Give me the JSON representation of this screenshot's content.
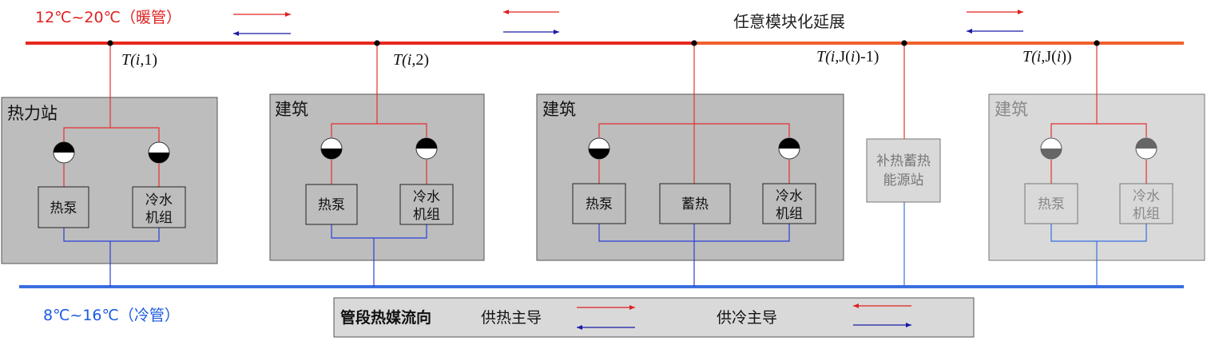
{
  "colors": {
    "hot_pipe": "#e8281e",
    "hot_pipe_right": "#f06030",
    "cold_pipe": "#3a6fe0",
    "hot_branch": "#e53030",
    "cold_branch": "#2b3fd8",
    "box_dark": "#bdbdbd",
    "box_light": "#d9d9d9",
    "arrow_red": "#e02020",
    "arrow_blue": "#1a1aa8"
  },
  "hot_pipe_label": "12℃~20℃（暖管）",
  "cold_pipe_label": "8℃~16℃（冷管）",
  "expansion_label": "任意模块化延展",
  "nodes": [
    {
      "prefix": "T(",
      "italic": "i",
      "suffix": ",1)"
    },
    {
      "prefix": "T(",
      "italic": "i",
      "suffix": ",2)"
    },
    {
      "prefix": "T(",
      "italic": "i",
      "suffix": ",J(",
      "italic2": "i",
      "suffix2": ")-1)"
    },
    {
      "prefix": "T(",
      "italic": "i",
      "suffix": ",J(",
      "italic2": "i",
      "suffix2": "))"
    }
  ],
  "stations": [
    {
      "title": "热力站",
      "left_unit": "热泵",
      "right_unit_1": "冷水",
      "right_unit_2": "机组",
      "left_pump": "up",
      "right_pump": "down"
    },
    {
      "title": "建筑",
      "left_unit": "热泵",
      "right_unit_1": "冷水",
      "right_unit_2": "机组",
      "left_pump": "down",
      "right_pump": "up"
    },
    {
      "title": "建筑",
      "left_unit": "热泵",
      "center_unit": "蓄热",
      "right_unit_1": "冷水",
      "right_unit_2": "机组",
      "left_pump": "down",
      "right_pump": "up"
    },
    {
      "title": "建筑",
      "left_unit": "热泵",
      "right_unit_1": "冷水",
      "right_unit_2": "机组",
      "left_pump": "down",
      "right_pump": "up"
    }
  ],
  "aux_station": {
    "line1": "补热蓄热",
    "line2": "能源站"
  },
  "legend": {
    "title": "管段热媒流向",
    "heating": "供热主导",
    "cooling": "供冷主导"
  }
}
